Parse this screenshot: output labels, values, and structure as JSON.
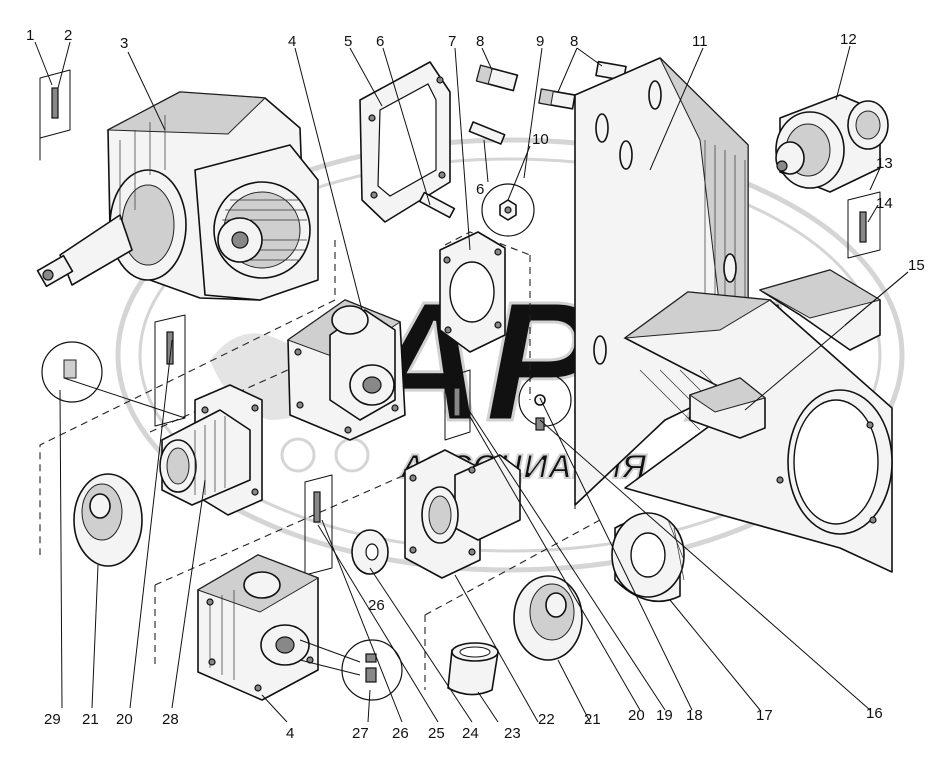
{
  "watermark": {
    "title": "АРТА",
    "subtitle": "АССОЦИАЦИЯ",
    "color": "#d5d5d5"
  },
  "callouts": [
    {
      "id": "c1",
      "text": "1"
    },
    {
      "id": "c2",
      "text": "2"
    },
    {
      "id": "c3",
      "text": "3"
    },
    {
      "id": "c4a",
      "text": "4"
    },
    {
      "id": "c5",
      "text": "5"
    },
    {
      "id": "c6a",
      "text": "6"
    },
    {
      "id": "c7",
      "text": "7"
    },
    {
      "id": "c8a",
      "text": "8"
    },
    {
      "id": "c9",
      "text": "9"
    },
    {
      "id": "c8b",
      "text": "8"
    },
    {
      "id": "c11",
      "text": "11"
    },
    {
      "id": "c12",
      "text": "12"
    },
    {
      "id": "c10",
      "text": "10"
    },
    {
      "id": "c6b",
      "text": "6"
    },
    {
      "id": "c13",
      "text": "13"
    },
    {
      "id": "c14",
      "text": "14"
    },
    {
      "id": "c15",
      "text": "15"
    },
    {
      "id": "c26a",
      "text": "26"
    },
    {
      "id": "c29",
      "text": "29"
    },
    {
      "id": "c21a",
      "text": "21"
    },
    {
      "id": "c20a",
      "text": "20"
    },
    {
      "id": "c28",
      "text": "28"
    },
    {
      "id": "c4b",
      "text": "4"
    },
    {
      "id": "c27",
      "text": "27"
    },
    {
      "id": "c26b",
      "text": "26"
    },
    {
      "id": "c25",
      "text": "25"
    },
    {
      "id": "c24",
      "text": "24"
    },
    {
      "id": "c23",
      "text": "23"
    },
    {
      "id": "c22",
      "text": "22"
    },
    {
      "id": "c21b",
      "text": "21"
    },
    {
      "id": "c20b",
      "text": "20"
    },
    {
      "id": "c19",
      "text": "19"
    },
    {
      "id": "c18",
      "text": "18"
    },
    {
      "id": "c17",
      "text": "17"
    },
    {
      "id": "c16",
      "text": "16"
    }
  ]
}
